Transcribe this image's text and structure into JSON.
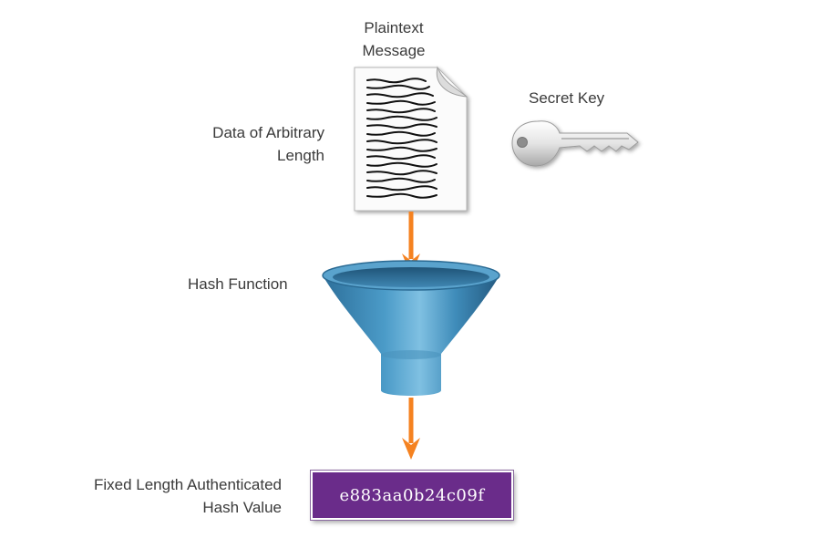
{
  "labels": {
    "plaintext_line1": "Plaintext",
    "plaintext_line2": "Message",
    "secret_key": "Secret Key",
    "data_line1": "Data of Arbitrary",
    "data_line2": "Length",
    "hash_function": "Hash Function",
    "output_line1": "Fixed Length Authenticated",
    "output_line2": "Hash Value"
  },
  "hash_value": "e883aa0b24c09f",
  "colors": {
    "arrow": "#f58220",
    "hash_box": "#6a2c8a",
    "funnel": "#3a86b4"
  },
  "icons": {
    "document": "document-icon",
    "key": "key-icon",
    "funnel": "funnel-icon"
  }
}
